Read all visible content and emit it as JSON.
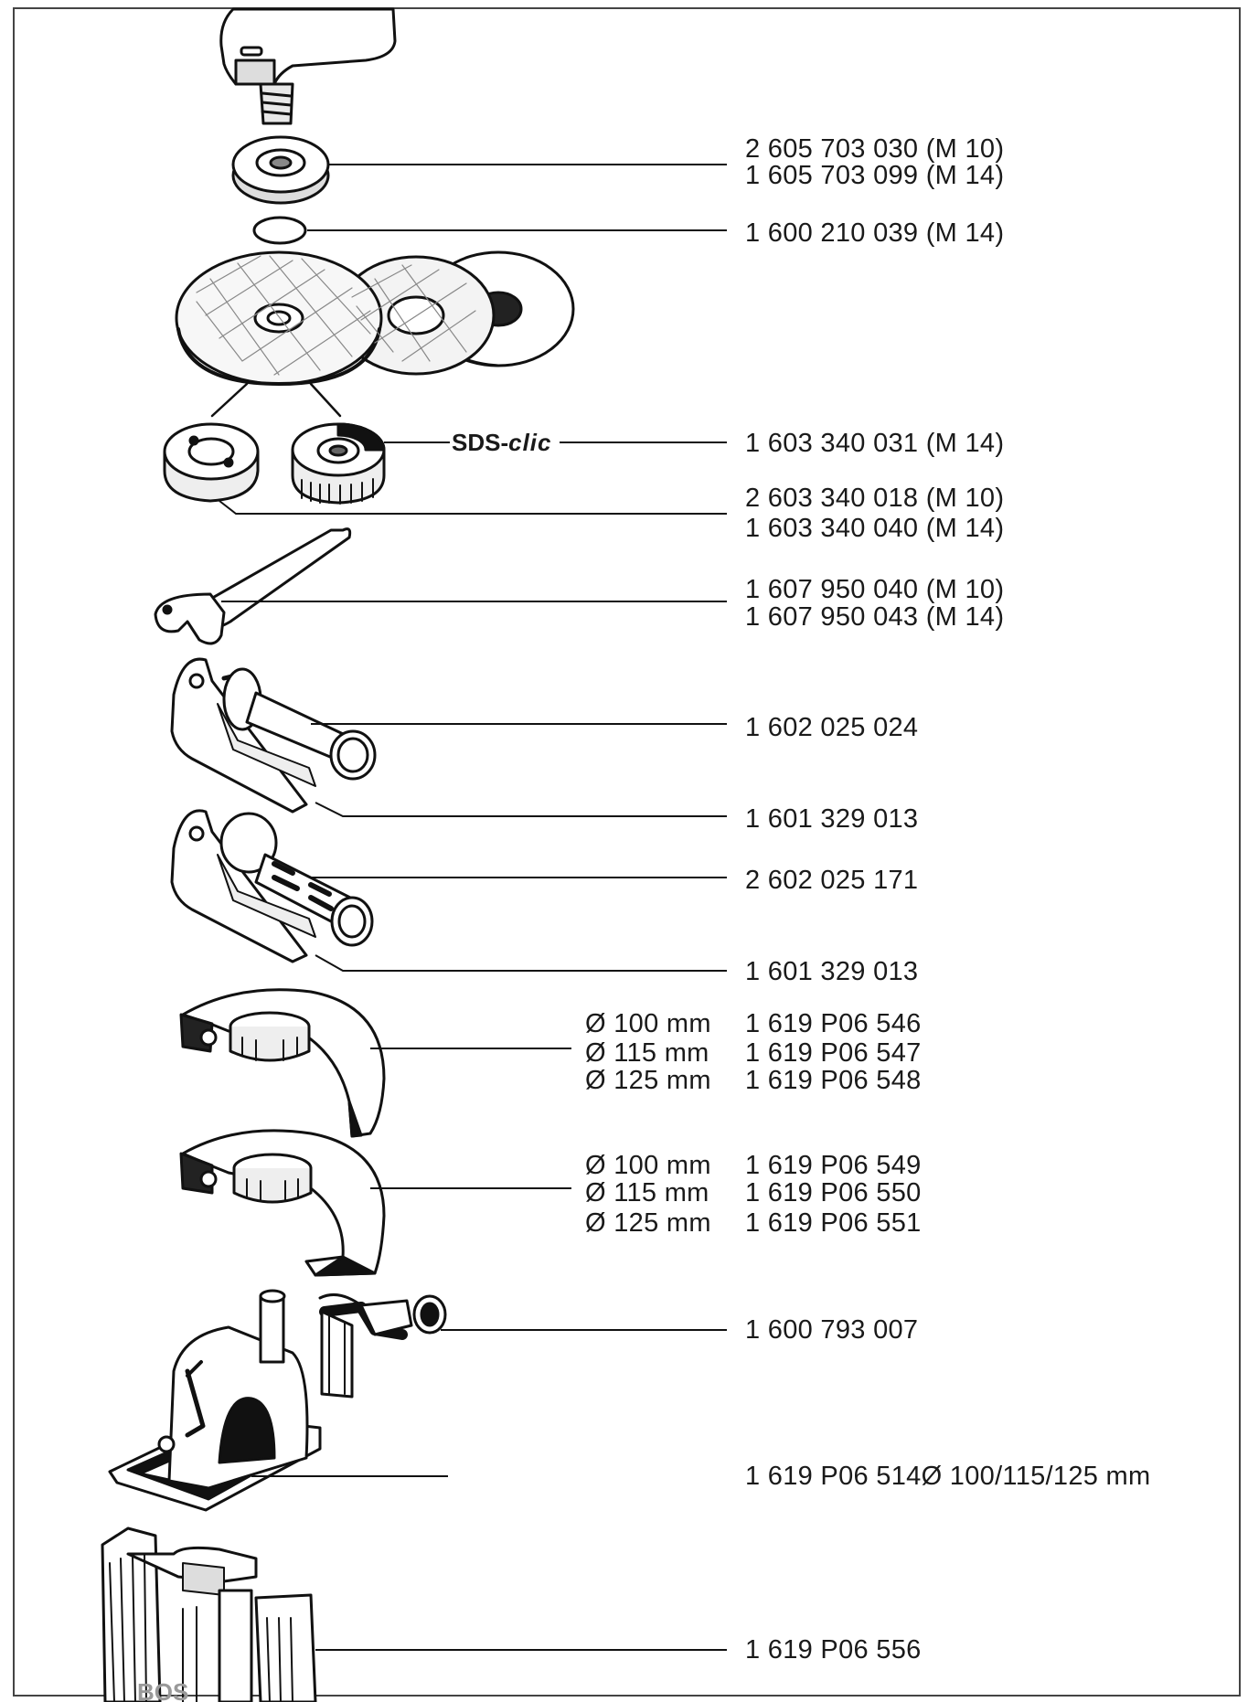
{
  "parts": [
    {
      "id": "flange",
      "lines": [
        "2 605 703 030 (M 10)",
        "1 605 703 099 (M 14)"
      ]
    },
    {
      "id": "o-ring",
      "lines": [
        "1 600 210 039 (M 14)"
      ]
    },
    {
      "id": "sds-clic-nut",
      "lines": [
        "1 603 340 031 (M 14)"
      ]
    },
    {
      "id": "clamping-nut",
      "lines": [
        "2 603 340 018 (M 10)",
        "1 603 340 040 (M 14)"
      ]
    },
    {
      "id": "pin-wrench",
      "lines": [
        "1 607 950 040 (M 10)",
        "1 607 950 043 (M 14)"
      ]
    },
    {
      "id": "handle-1",
      "lines": [
        "1 602 025 024"
      ]
    },
    {
      "id": "bracket-1",
      "lines": [
        "1 601 329 013"
      ]
    },
    {
      "id": "handle-2",
      "lines": [
        "2 602 025 171"
      ]
    },
    {
      "id": "bracket-2",
      "lines": [
        "1 601 329 013"
      ]
    },
    {
      "id": "guard-1",
      "lines": [
        "1 619 P06 546",
        "1 619 P06 547",
        "1 619 P06 548"
      ]
    },
    {
      "id": "guard-2",
      "lines": [
        "1 619 P06 549",
        "1 619 P06 550",
        "1 619 P06 551"
      ]
    },
    {
      "id": "extraction-hose",
      "lines": [
        "1 600 793 007"
      ]
    },
    {
      "id": "cutting-guide",
      "lines": [
        "1 619 P06 514Ø 100/115/125 mm"
      ]
    },
    {
      "id": "carrying-case",
      "lines": [
        "1 619 P06 556"
      ]
    }
  ],
  "diameters": {
    "guard_1": [
      "Ø 100 mm",
      "Ø 115 mm",
      "Ø 125 mm"
    ],
    "guard_2": [
      "Ø 100 mm",
      "Ø 115 mm",
      "Ø 125 mm"
    ]
  },
  "sds_label": {
    "prefix": "SDS-",
    "suffix": "clic"
  }
}
